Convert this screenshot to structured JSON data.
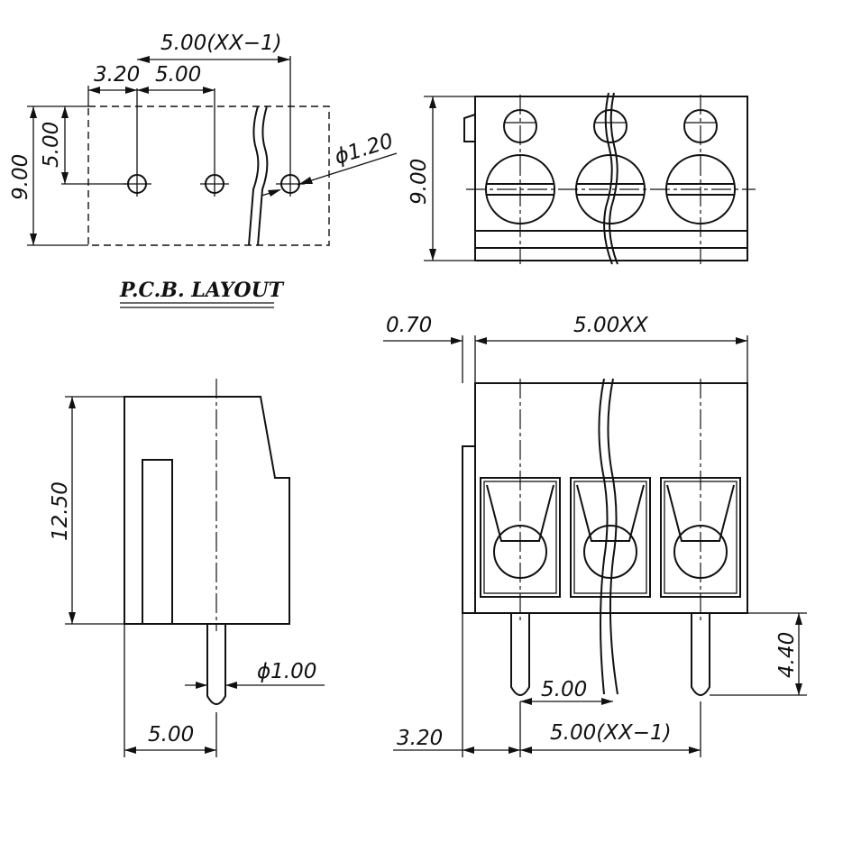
{
  "pcb_layout": {
    "title": "P.C.B. LAYOUT",
    "dims": {
      "pitch_total": "5.00(XX−1)",
      "edge_offset": "3.20",
      "pitch": "5.00",
      "row_offset": "5.00",
      "height": "9.00",
      "hole_dia": "ϕ1.20"
    }
  },
  "top_view": {
    "dims": {
      "height": "9.00"
    }
  },
  "side_view": {
    "dims": {
      "height": "12.50",
      "pin_dia": "ϕ1.00",
      "pin_offset": "5.00"
    }
  },
  "front_view": {
    "dims": {
      "wall": "0.70",
      "width_total": "5.00XX",
      "pin_length": "4.40",
      "pitch": "5.00",
      "pitch_total": "5.00(XX−1)",
      "edge_offset": "3.20"
    }
  }
}
